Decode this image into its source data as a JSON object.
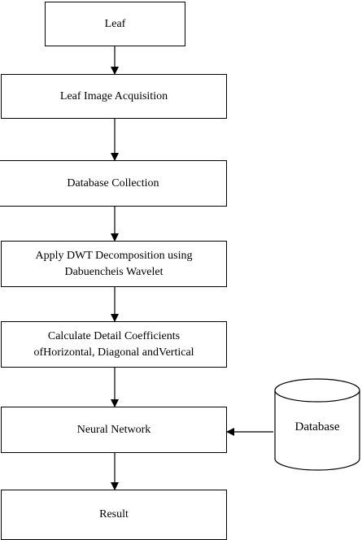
{
  "diagram": {
    "steps": [
      {
        "id": "leaf",
        "lines": [
          "Leaf"
        ]
      },
      {
        "id": "acquisition",
        "lines": [
          "Leaf Image Acquisition"
        ]
      },
      {
        "id": "collection",
        "lines": [
          "Database Collection"
        ]
      },
      {
        "id": "dwt",
        "lines": [
          "Apply DWT Decomposition using",
          "Dabuencheis Wavelet"
        ]
      },
      {
        "id": "coefficients",
        "lines": [
          "Calculate Detail Coefficients",
          "ofHorizontal, Diagonal andVertical"
        ]
      },
      {
        "id": "neural",
        "lines": [
          "Neural Network"
        ]
      },
      {
        "id": "result",
        "lines": [
          "Result"
        ]
      }
    ],
    "database_label": "Database",
    "stroke_color": "#000000",
    "fill_color": "#ffffff"
  }
}
